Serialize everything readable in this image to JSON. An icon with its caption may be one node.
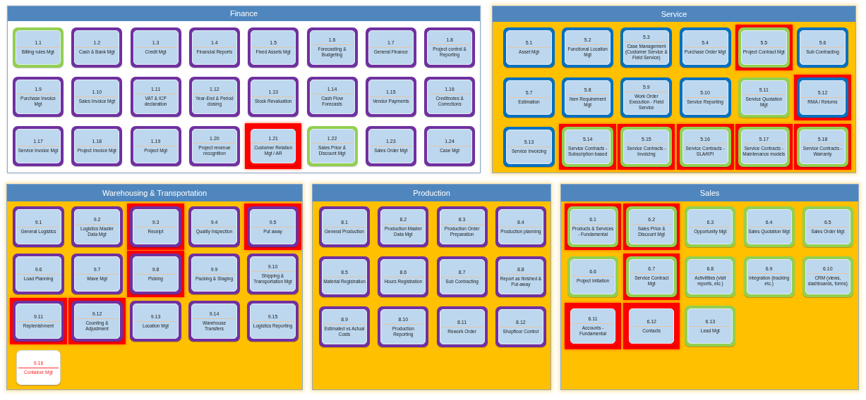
{
  "diagram": {
    "nodes": [
      {
        "text": [
          "Finance"
        ]
      },
      {
        "text": [
          "1.1",
          "Billing rules Mgt"
        ],
        "in": 0
      },
      {
        "text": [
          "1.2",
          "Cash & Bank Mgt"
        ],
        "in": 0
      },
      {
        "text": [
          "1.3",
          "Credit Mgt"
        ],
        "in": 0
      },
      {
        "text": [
          "1.4",
          "Financial Reports"
        ],
        "in": 0
      },
      {
        "text": [
          "1.5",
          "Fixed Assets Mgt"
        ],
        "in": 0
      },
      {
        "text": [
          "1.6",
          "Forecasting & Budgeting"
        ],
        "in": 0
      },
      {
        "text": [
          "1.7",
          "General Finance"
        ],
        "in": 0
      },
      {
        "text": [
          "1.8",
          "Project control & Reporting"
        ],
        "in": 0
      },
      {
        "text": [
          "1.9",
          "Purchase Invoice Mgt"
        ],
        "in": 0
      },
      {
        "text": [
          "1.10",
          "Sales Invoice Mgt"
        ],
        "in": 0
      },
      {
        "text": [
          "1.11",
          "VAT & ICP declaration"
        ],
        "in": 0
      },
      {
        "text": [
          "1.12",
          "Year-End & Period closing"
        ],
        "in": 0
      },
      {
        "text": [
          "1.13",
          "Stock Revaluation"
        ],
        "in": 0
      },
      {
        "text": [
          "1.14",
          "Cash Flow Forecasts"
        ],
        "in": 0
      },
      {
        "text": [
          "1.15",
          "Vendor Payments"
        ],
        "in": 0
      },
      {
        "text": [
          "1.16",
          "Creditnotes & Corrections"
        ],
        "in": 0
      },
      {
        "text": [
          "1.17",
          "Service Invoice Mgt"
        ],
        "in": 0
      },
      {
        "text": [
          "1.18",
          "Project Invoice Mgt"
        ],
        "in": 0
      },
      {
        "text": [
          "1.19",
          "Project Mgt"
        ],
        "in": 0
      },
      {
        "text": [
          "1.20",
          "Project revenue recognition"
        ],
        "in": 0
      },
      {
        "text": [
          "1.21",
          "Customer Relation Mgt / AR"
        ],
        "in": 0
      },
      {
        "text": [
          "1.22",
          "Sales Price & Discount Mgt"
        ],
        "in": 0
      },
      {
        "text": [
          "1.23",
          "Sales Order Mgt"
        ],
        "in": 0
      },
      {
        "text": [
          "1.24",
          "Case Mgt"
        ],
        "in": 0
      },
      {
        "text": [
          "Service"
        ]
      },
      {
        "text": [
          "5.1",
          "Asset Mgt"
        ],
        "in": 25
      },
      {
        "text": [
          "5.2",
          "Functional Location Mgt"
        ],
        "in": 25
      },
      {
        "text": [
          "5.3",
          "Case Management (Customer Service & Field Service)"
        ],
        "in": 25
      },
      {
        "text": [
          "5.4",
          "Purchase Order Mgt"
        ],
        "in": 25
      },
      {
        "text": [
          "5.5",
          "Project Contract Mgt"
        ],
        "in": 25
      },
      {
        "text": [
          "5.6",
          "Sub Contracting"
        ],
        "in": 25
      },
      {
        "text": [
          "5.7",
          "Estimation"
        ],
        "in": 25
      },
      {
        "text": [
          "5.8",
          "Item Requirement Mgt"
        ],
        "in": 25
      },
      {
        "text": [
          "5.9",
          "Work Order Execution - Field Service"
        ],
        "in": 25
      },
      {
        "text": [
          "5.10",
          "Service Reporting"
        ],
        "in": 25
      },
      {
        "text": [
          "5.11",
          "Service Quotation Mgt"
        ],
        "in": 25
      },
      {
        "text": [
          "5.12",
          "RMA / Returns"
        ],
        "in": 25
      },
      {
        "text": [
          "5.13",
          "Service Invoicing"
        ],
        "in": 25
      },
      {
        "text": [
          "5.14",
          "Service Contracts - Subscription based"
        ],
        "in": 25
      },
      {
        "text": [
          "5.15",
          "Service Contracts - Invoicing"
        ],
        "in": 25
      },
      {
        "text": [
          "5.16",
          "Service Contracts - SLA/KPI"
        ],
        "in": 25
      },
      {
        "text": [
          "5.17",
          "Service Contracts - Maintenance models"
        ],
        "in": 25
      },
      {
        "text": [
          "5.18",
          "Service Contracts - Warranty"
        ],
        "in": 25
      },
      {
        "text": [
          "Warehousing & Transportation"
        ]
      },
      {
        "text": [
          "9.1",
          "General Logistics"
        ],
        "in": 44
      },
      {
        "text": [
          "9.2",
          "Logistics Master Data Mgt"
        ],
        "in": 44
      },
      {
        "text": [
          "9.3",
          "Receipt"
        ],
        "in": 44
      },
      {
        "text": [
          "9.4",
          "Quality Inspection"
        ],
        "in": 44
      },
      {
        "text": [
          "9.5",
          "Put away"
        ],
        "in": 44
      },
      {
        "text": [
          "9.6",
          "Load Planning"
        ],
        "in": 44
      },
      {
        "text": [
          "9.7",
          "Wave Mgt"
        ],
        "in": 44
      },
      {
        "text": [
          "9.8",
          "Picking"
        ],
        "in": 44
      },
      {
        "text": [
          "9.9",
          "Packing & Staging"
        ],
        "in": 44
      },
      {
        "text": [
          "9.10",
          "Shipping & Transportation Mgt"
        ],
        "in": 44
      },
      {
        "text": [
          "9.11",
          "Replenishment"
        ],
        "in": 44
      },
      {
        "text": [
          "9.12",
          "Counting & Adjustment"
        ],
        "in": 44
      },
      {
        "text": [
          "9.13",
          "Location Mgt"
        ],
        "in": 44
      },
      {
        "text": [
          "9.14",
          "Warehouse Transfers"
        ],
        "in": 44
      },
      {
        "text": [
          "9.15",
          "Logistics Reporting"
        ],
        "in": 44
      },
      {
        "text": [
          "9.16",
          "Container Mgt"
        ],
        "in": 44
      },
      {
        "text": [
          "Production"
        ]
      },
      {
        "text": [
          "8.1",
          "General Production"
        ],
        "in": 61
      },
      {
        "text": [
          "8.2",
          "Production Master Data Mgt"
        ],
        "in": 61
      },
      {
        "text": [
          "8.3",
          "Production Order Preparation"
        ],
        "in": 61
      },
      {
        "text": [
          "8.4",
          "Production planning"
        ],
        "in": 61
      },
      {
        "text": [
          "8.5",
          "Material Registration"
        ],
        "in": 61
      },
      {
        "text": [
          "8.6",
          "Hours Registration"
        ],
        "in": 61
      },
      {
        "text": [
          "8.7",
          "Sub Contracting"
        ],
        "in": 61
      },
      {
        "text": [
          "8.8",
          "Report as finished & Put-away"
        ],
        "in": 61
      },
      {
        "text": [
          "8.9",
          "Estimated vs Actual Costs"
        ],
        "in": 61
      },
      {
        "text": [
          "8.10",
          "Production Reporting"
        ],
        "in": 61
      },
      {
        "text": [
          "8.11",
          "Rework Order"
        ],
        "in": 61
      },
      {
        "text": [
          "8.12",
          "Shopfloor Control"
        ],
        "in": 61
      },
      {
        "text": [
          "Sales"
        ]
      },
      {
        "text": [
          "6.1",
          "Products & Services - Fundamental"
        ],
        "in": 74
      },
      {
        "text": [
          "6.2",
          "Sales Price & Discount Mgt"
        ],
        "in": 74
      },
      {
        "text": [
          "6.3",
          "Opportunity Mgt"
        ],
        "in": 74
      },
      {
        "text": [
          "6.4",
          "Sales Quotation Mgt"
        ],
        "in": 74
      },
      {
        "text": [
          "6.5",
          "Sales Order Mgt"
        ],
        "in": 74
      },
      {
        "text": [
          "6.6",
          "Project Initiation"
        ],
        "in": 74
      },
      {
        "text": [
          "6.7",
          "Service Contract Mgt"
        ],
        "in": 74
      },
      {
        "text": [
          "6.8",
          "Activitities (visit reports, etc.)"
        ],
        "in": 74
      },
      {
        "text": [
          "6.9",
          "integration (tracking etc.)"
        ],
        "in": 74
      },
      {
        "text": [
          "6.10",
          "CRM (views, dashboards, forms)"
        ],
        "in": 74
      },
      {
        "text": [
          "6.11",
          "Accounts - Fundamental"
        ],
        "in": 74
      },
      {
        "text": [
          "6.12",
          "Contacts"
        ],
        "in": 74
      },
      {
        "text": [
          "6.13",
          "Lead Mgt"
        ],
        "in": 74
      }
    ]
  }
}
